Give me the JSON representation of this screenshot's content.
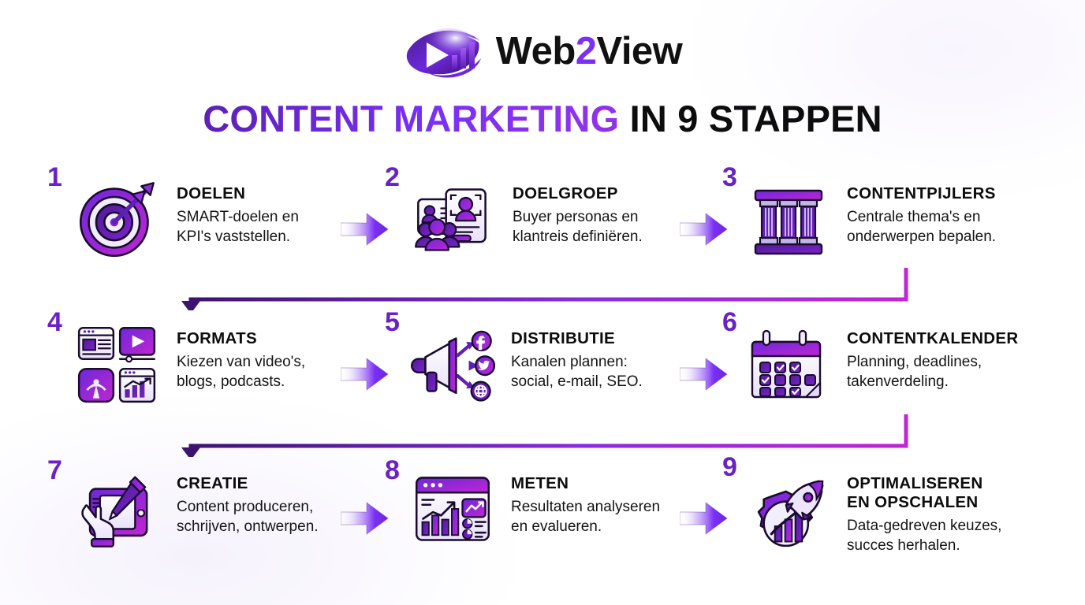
{
  "brand": {
    "logo_icon": "web2view-eye-play-chart-logo",
    "name_part1": "Web",
    "name_highlight": "2",
    "name_part2": "View",
    "highlight_color": "#7B2FF7"
  },
  "title": {
    "accent_text": "CONTENT MARKETING",
    "plain_text": " IN 9 STAPPEN",
    "accent_color": "#6D28D9",
    "plain_color": "#0D0D0D"
  },
  "steps": [
    {
      "number": "1",
      "icon": "target-arrow-icon",
      "title": "DOELEN",
      "desc": "SMART-doelen en\nKPI's vaststellen."
    },
    {
      "number": "2",
      "icon": "persona-cards-people-icon",
      "title": "DOELGROEP",
      "desc": "Buyer personas en\nklantreis definiëren."
    },
    {
      "number": "3",
      "icon": "pillars-temple-icon",
      "title": "CONTENTPIJLERS",
      "desc": "Centrale thema's en\nonderwerpen bepalen."
    },
    {
      "number": "4",
      "icon": "media-formats-grid-icon",
      "title": "FORMATS",
      "desc": "Kiezen van video's,\nblogs, podcasts."
    },
    {
      "number": "5",
      "icon": "megaphone-social-channels-icon",
      "title": "DISTRIBUTIE",
      "desc": "Kanalen plannen:\nsocial, e-mail, SEO."
    },
    {
      "number": "6",
      "icon": "calendar-checkmarks-icon",
      "title": "CONTENTKALENDER",
      "desc": "Planning, deadlines,\ntakenverdeling."
    },
    {
      "number": "7",
      "icon": "drawing-tablet-stylus-hand-icon",
      "title": "CREATIE",
      "desc": "Content produceren,\nschrijven, ontwerpen."
    },
    {
      "number": "8",
      "icon": "analytics-dashboard-window-icon",
      "title": "METEN",
      "desc": "Resultaten analyseren\nen evalueren."
    },
    {
      "number": "9",
      "icon": "rocket-gear-growth-icon",
      "title": "OPTIMALISEREN\nEN OPSCHALEN",
      "desc": "Data-gedreven keuzes,\nsucces herhalen."
    }
  ],
  "flow": {
    "arrow_icon": "right-arrow-icon",
    "connector_icon": "row-wrap-down-arrow-connector",
    "arrow_color_start": "#6D28D9",
    "arrow_color_end": "#C026D3"
  }
}
